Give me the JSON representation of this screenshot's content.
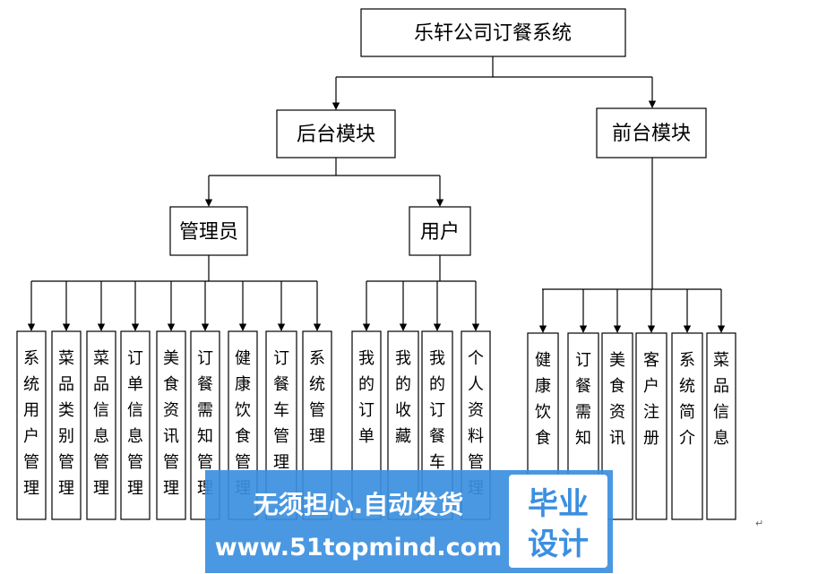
{
  "diagram": {
    "root": "乐轩公司订餐系统",
    "modules": {
      "backend": "后台模块",
      "frontend": "前台模块"
    },
    "roles": {
      "admin": "管理员",
      "user": "用户"
    },
    "admin_items": [
      "系统用户管理",
      "菜品类别管理",
      "菜品信息管理",
      "订单信息管理",
      "美食资讯管理",
      "订餐需知管理",
      "健康饮食管理",
      "订餐车管理",
      "系统管理"
    ],
    "user_items": [
      "我的订单",
      "我的收藏",
      "我的订餐车",
      "个人资料管理"
    ],
    "front_items": [
      "健康饮食",
      "订餐需知",
      "美食资讯",
      "客户注册",
      "系统简介",
      "菜品信息"
    ]
  },
  "watermark": {
    "slogan": "无须担心.自动发货",
    "url": "www.51topmind.com",
    "badge_line1": "毕业",
    "badge_line2": "设计",
    "colors": {
      "bar": "#3b8fe0",
      "badge_bg": "#ffffff",
      "badge_text": "#3b8fe0",
      "text": "#ffffff"
    }
  }
}
